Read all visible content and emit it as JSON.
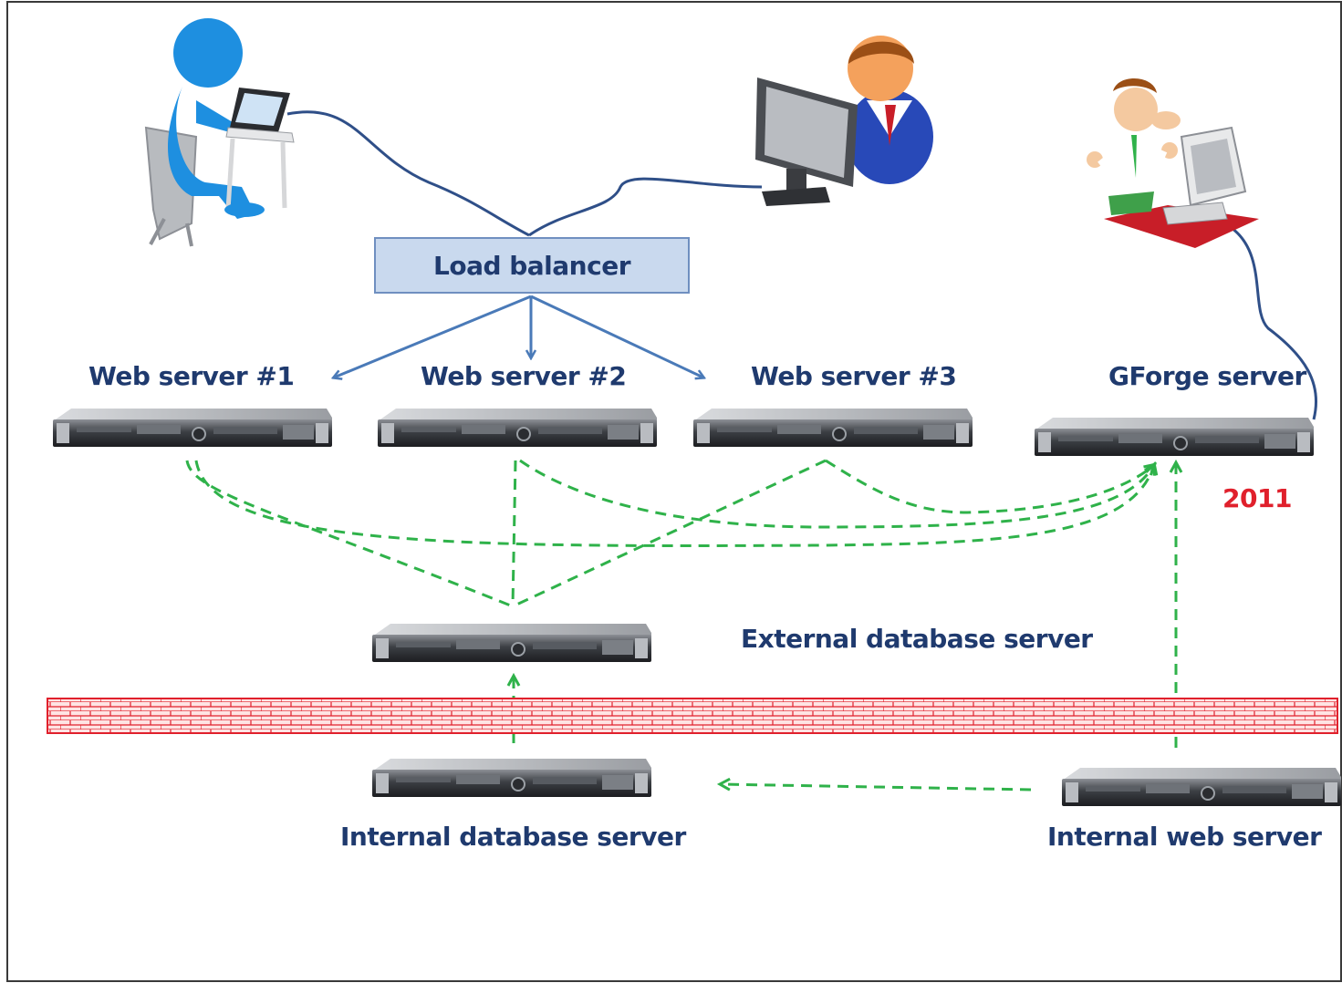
{
  "diagram": {
    "load_balancer": "Load balancer",
    "web_server_1": "Web server #1",
    "web_server_2": "Web server #2",
    "web_server_3": "Web server #3",
    "gforge_server": "GForge  server",
    "year": "2011",
    "external_db": "External database server",
    "internal_db": "Internal database server",
    "internal_web": "Internal web server"
  },
  "colors": {
    "label_text": "#1f3a6e",
    "year_text": "#e0202c",
    "cable": "#2f4f88",
    "arrow": "#4a7ab8",
    "dashed": "#2fb24a",
    "firewall": "#e0202c"
  }
}
